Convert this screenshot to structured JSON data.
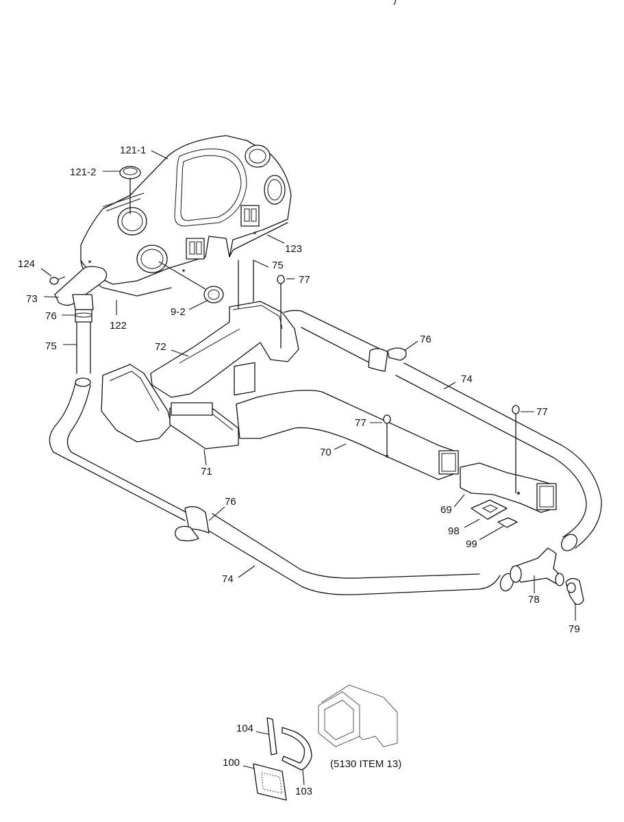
{
  "header": {
    "cropped_text": ")"
  },
  "callouts": [
    {
      "id": "c-121-1",
      "label": "121-1"
    },
    {
      "id": "c-121-2",
      "label": "121-2"
    },
    {
      "id": "c-123",
      "label": "123"
    },
    {
      "id": "c-124",
      "label": "124"
    },
    {
      "id": "c-75a",
      "label": "75"
    },
    {
      "id": "c-77a",
      "label": "77"
    },
    {
      "id": "c-73",
      "label": "73"
    },
    {
      "id": "c-9-2",
      "label": "9-2"
    },
    {
      "id": "c-76a",
      "label": "76"
    },
    {
      "id": "c-122",
      "label": "122"
    },
    {
      "id": "c-75b",
      "label": "75"
    },
    {
      "id": "c-72",
      "label": "72"
    },
    {
      "id": "c-76b",
      "label": "76"
    },
    {
      "id": "c-74a",
      "label": "74"
    },
    {
      "id": "c-77b",
      "label": "77"
    },
    {
      "id": "c-77c",
      "label": "77"
    },
    {
      "id": "c-70",
      "label": "70"
    },
    {
      "id": "c-71",
      "label": "71"
    },
    {
      "id": "c-69",
      "label": "69"
    },
    {
      "id": "c-76c",
      "label": "76"
    },
    {
      "id": "c-98",
      "label": "98"
    },
    {
      "id": "c-99",
      "label": "99"
    },
    {
      "id": "c-74b",
      "label": "74"
    },
    {
      "id": "c-78",
      "label": "78"
    },
    {
      "id": "c-79",
      "label": "79"
    },
    {
      "id": "c-104",
      "label": "104"
    },
    {
      "id": "c-100",
      "label": "100"
    },
    {
      "id": "c-103",
      "label": "103"
    }
  ],
  "reference_note": "(5130 ITEM 13)"
}
